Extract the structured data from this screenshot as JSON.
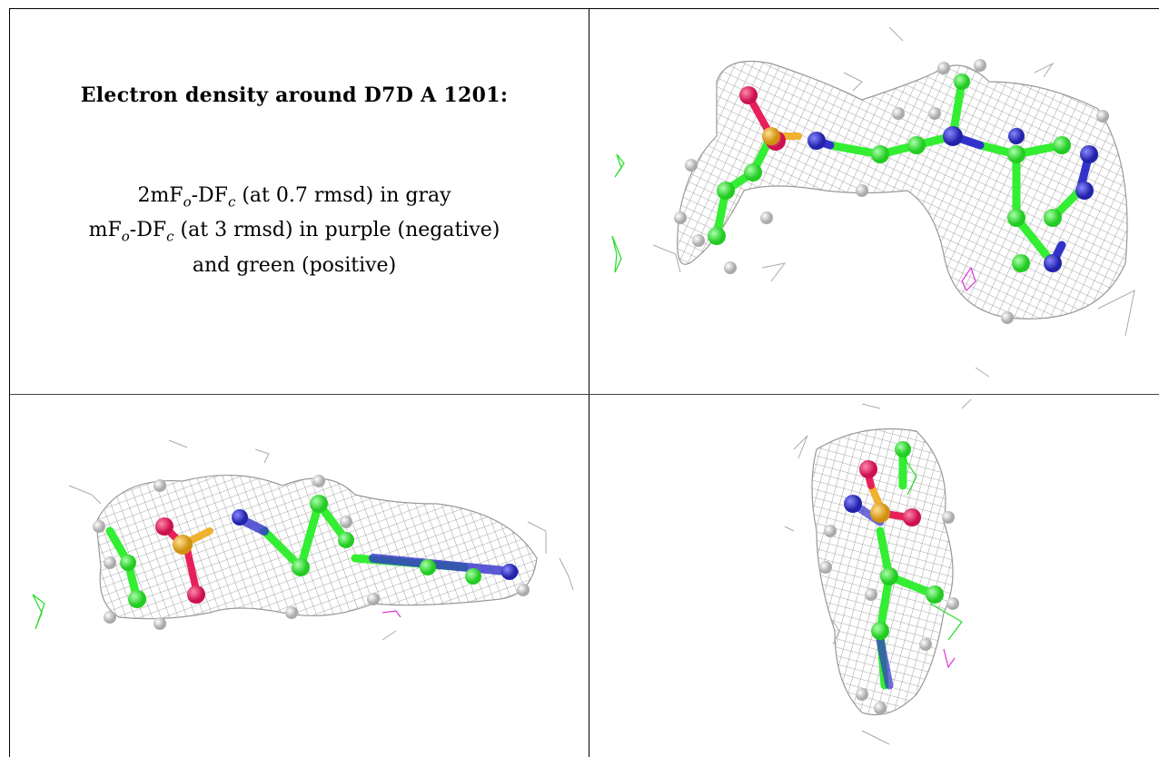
{
  "panel_text": {
    "title": "Electron density around D7D A 1201:",
    "line1": {
      "a": "2mF",
      "o": "o",
      "b": "-DF",
      "c": "c",
      "rest": " (at 0.7 rmsd) in gray"
    },
    "line2": {
      "a": "mF",
      "o": "o",
      "b": "-DF",
      "c": "c",
      "rest": " (at 3 rmsd) in purple (negative)"
    },
    "line3": "and green (positive)"
  },
  "colors": {
    "mesh_gray": "#9a9a9a",
    "carbon_green": "#33ee33",
    "nitrogen_blue": "#3333cc",
    "oxygen_red": "#e8205a",
    "sulfur_yellow": "#f0b030",
    "hydrogen_white": "#e6e6e6",
    "diff_positive": "#22dd22",
    "diff_negative": "#dd33dd"
  },
  "images": [
    {
      "view": "top-right",
      "description_icon": "molecule-density-view-1"
    },
    {
      "view": "bottom-left",
      "description_icon": "molecule-density-view-2"
    },
    {
      "view": "bottom-right",
      "description_icon": "molecule-density-view-3"
    }
  ]
}
